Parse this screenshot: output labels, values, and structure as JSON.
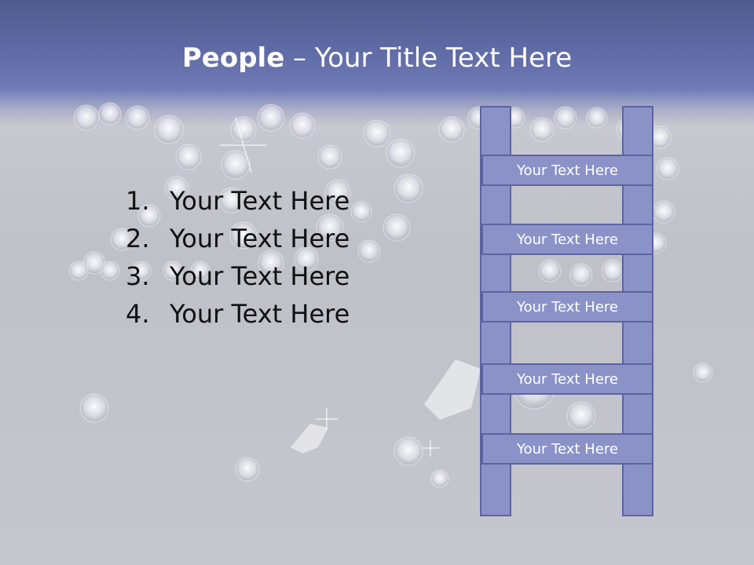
{
  "title": {
    "bold": "People",
    "rest": " – Your Title Text Here"
  },
  "list": [
    {
      "num": "1.",
      "text": "Your Text Here"
    },
    {
      "num": "2.",
      "text": "Your Text Here"
    },
    {
      "num": "3.",
      "text": "Your Text Here"
    },
    {
      "num": "4.",
      "text": "Your Text Here"
    }
  ],
  "ladder": {
    "rungs": [
      {
        "text": "Your Text Here"
      },
      {
        "text": "Your Text Here"
      },
      {
        "text": "Your Text Here"
      },
      {
        "text": "Your Text Here"
      },
      {
        "text": "Your Text Here"
      }
    ]
  },
  "colors": {
    "header": "#6e79b5",
    "ladder_fill": "#8b92c8",
    "ladder_border": "#5c64a0"
  }
}
